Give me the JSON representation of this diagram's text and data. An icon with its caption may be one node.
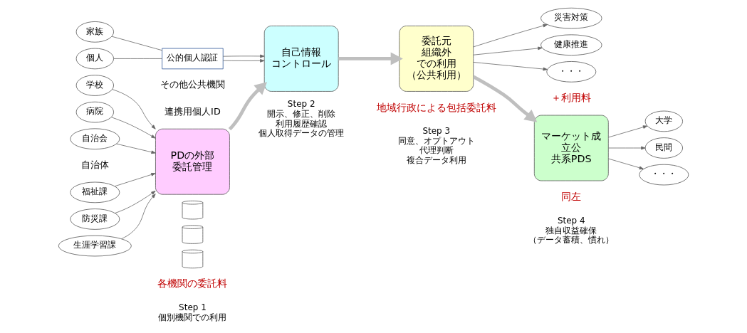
{
  "diagram": {
    "nodes": [
      {
        "text": [
          "福祉課"
        ]
      },
      {
        "text": [
          "防災課"
        ]
      },
      {
        "text": [
          "生涯学習課"
        ]
      },
      {
        "text": [
          "学校"
        ]
      },
      {
        "text": [
          "病院"
        ]
      },
      {
        "text": [
          "自治会"
        ]
      },
      {
        "text": [
          "PDの外部委託管理"
        ]
      },
      {
        "text": [],
        "shape": "cylinder"
      },
      {
        "text": [],
        "shape": "cylinder"
      },
      {
        "text": [],
        "shape": "cylinder"
      },
      {
        "text": [
          "個人"
        ]
      },
      {
        "text": [
          "家族"
        ]
      },
      {
        "text": [
          "公的個人認証"
        ]
      },
      {
        "text": [
          "自己情報コントロール"
        ]
      },
      {
        "text": [
          "災害対策"
        ]
      },
      {
        "text": [
          "健康推進"
        ]
      },
      {
        "text": [
          "・・・"
        ]
      },
      {
        "text": [
          "委託元組織外での利用（公共利用）"
        ]
      },
      {
        "text": [
          "大学"
        ]
      },
      {
        "text": [
          "民間"
        ]
      },
      {
        "text": [
          "・・・"
        ]
      },
      {
        "text": [
          "マーケット成立公共系PDS"
        ]
      }
    ],
    "edges": [
      {
        "from": 0,
        "to": 6,
        "arrow": "to"
      },
      {
        "from": 1,
        "to": 6,
        "arrow": "to"
      },
      {
        "from": 2,
        "to": 6,
        "arrow": "to"
      },
      {
        "from": 3,
        "to": 6,
        "arrow": "to"
      },
      {
        "from": 4,
        "to": 6,
        "arrow": "to"
      },
      {
        "from": 5,
        "to": 6,
        "arrow": "to"
      },
      {
        "from": 10,
        "to": 12,
        "arrow": "none"
      },
      {
        "from": 11,
        "to": 12,
        "arrow": "none"
      },
      {
        "from": 12,
        "to": 13,
        "arrow": "to"
      },
      {
        "from": 12,
        "to": 13,
        "arrow": "to"
      },
      {
        "from": 6,
        "to": 13,
        "arrow": "to",
        "style": "thick",
        "color": "#bfbfbf"
      },
      {
        "from": 17,
        "to": 14,
        "arrow": "to"
      },
      {
        "from": 17,
        "to": 15,
        "arrow": "to"
      },
      {
        "from": 17,
        "to": 16,
        "arrow": "to"
      },
      {
        "from": 13,
        "to": 17,
        "arrow": "to",
        "style": "thick",
        "color": "#bfbfbf"
      },
      {
        "from": 21,
        "to": 18,
        "arrow": "to"
      },
      {
        "from": 21,
        "to": 19,
        "arrow": "to"
      },
      {
        "from": 21,
        "to": 20,
        "arrow": "to"
      },
      {
        "from": 17,
        "to": 21,
        "arrow": "to",
        "style": "thick",
        "color": "#bfbfbf"
      }
    ],
    "labels": [
      "自治体",
      "連携用個人ID",
      "その他公共機関",
      "＋利用料",
      "各機関の委託料",
      "地域行政による包括委託料",
      "同左",
      "Step 1",
      "個別機関での利用",
      "Step 2",
      "開示、修正、削除",
      "利用履歴確認",
      "個人取得データの管理",
      "Step 3",
      "同意、オプトアウト",
      "代理判断",
      "複合データ利用",
      "Step 4",
      "独自収益確保",
      "（データ蓄積、慣れ）"
    ]
  }
}
